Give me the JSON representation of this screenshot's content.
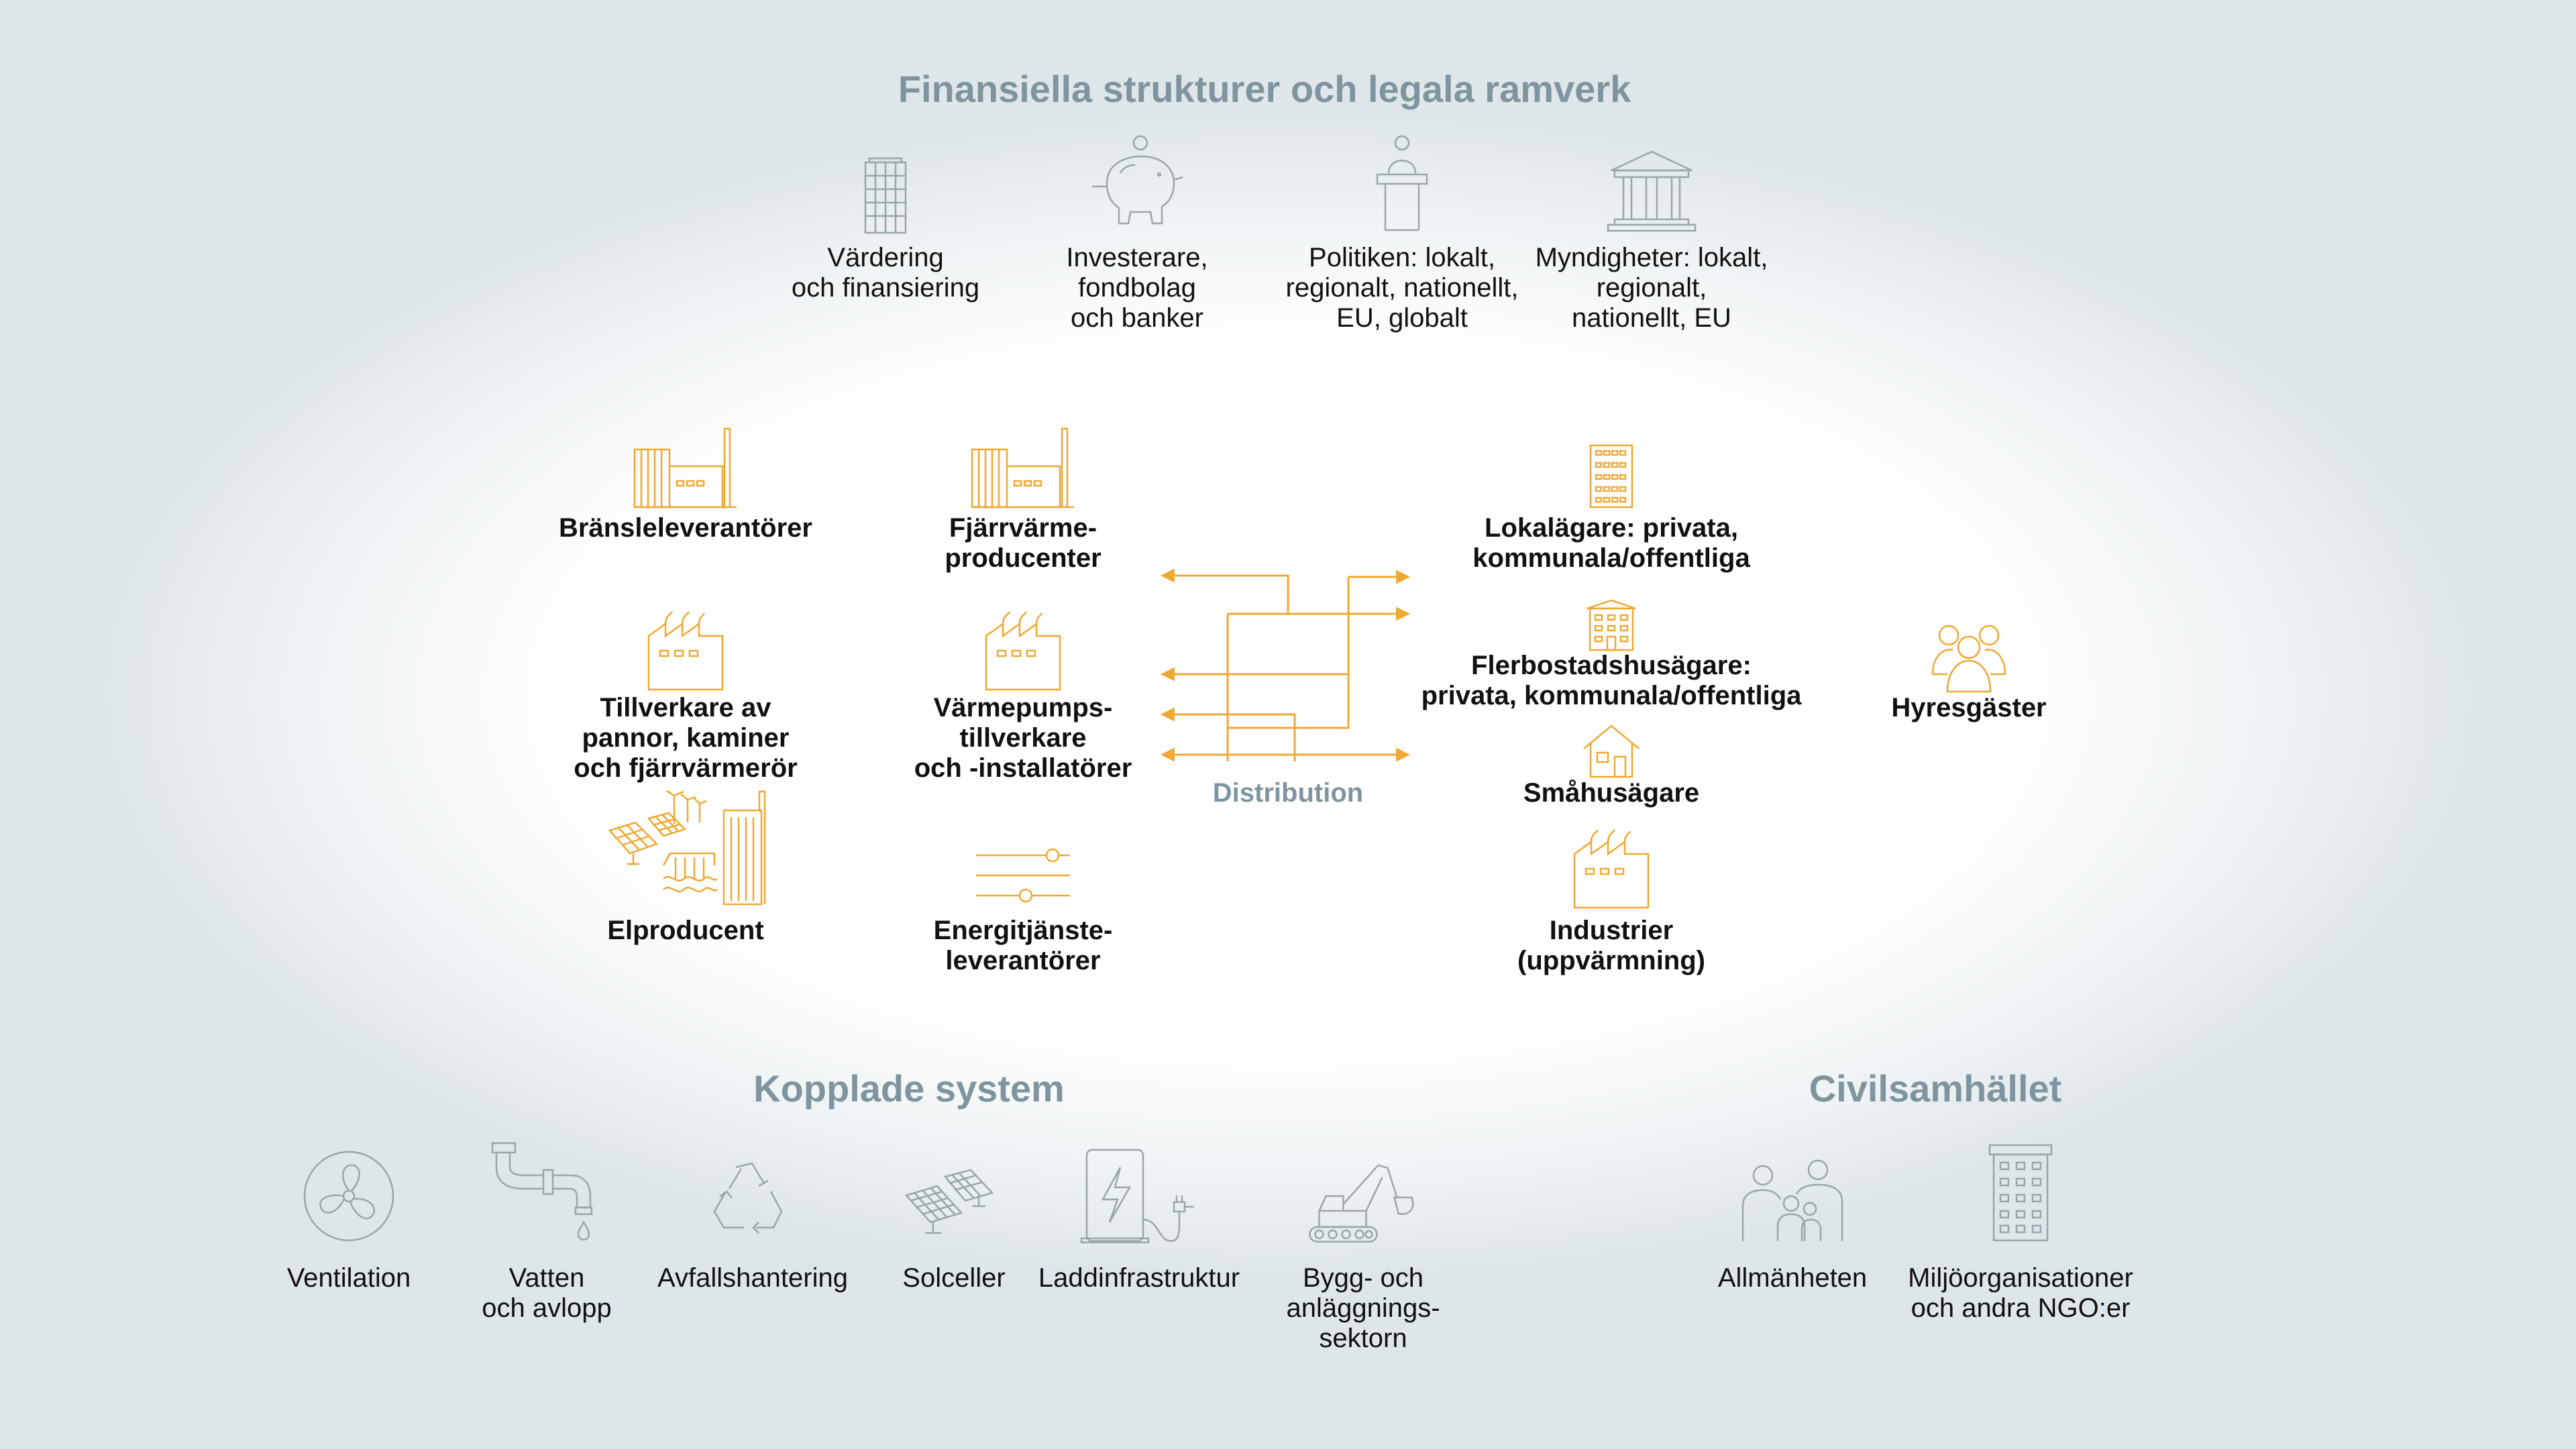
{
  "headings": {
    "finance": "Finansiella strukturer  och legala ramverk",
    "coupled": "Kopplade system",
    "civil": "Civilsamhället"
  },
  "finance_items": [
    {
      "icon": "office-building-icon",
      "lines": [
        "Värdering",
        "och finansiering"
      ]
    },
    {
      "icon": "piggy-bank-icon",
      "lines": [
        "Investerare,",
        "fondbolag",
        "och banker"
      ]
    },
    {
      "icon": "podium-speaker-icon",
      "lines": [
        "Politiken: lokalt,",
        "regionalt, nationellt,",
        "EU, globalt"
      ]
    },
    {
      "icon": "government-building-icon",
      "lines": [
        "Myndigheter: lokalt,",
        "regionalt,",
        "nationellt, EU"
      ]
    }
  ],
  "supply_items": [
    {
      "icon": "factory-chimney-icon",
      "lines": [
        "Bränsleleverantörer"
      ]
    },
    {
      "icon": "factory-chimney-icon",
      "lines": [
        "Fjärrvärme-",
        "producenter"
      ]
    },
    {
      "icon": "factory-icon",
      "lines": [
        "Tillverkare av",
        "pannor, kaminer",
        "och fjärrvärmerör"
      ]
    },
    {
      "icon": "factory-icon",
      "lines": [
        "Värmepumps-",
        "tillverkare",
        "och -installatörer"
      ]
    },
    {
      "icon": "power-generation-icon",
      "lines": [
        "Elproducent"
      ]
    },
    {
      "icon": "sliders-icon",
      "lines": [
        "Energitjänste-",
        "leverantörer"
      ]
    }
  ],
  "distribution": {
    "label": "Distribution",
    "color": "#f0a830"
  },
  "owner_items": [
    {
      "icon": "tall-building-icon",
      "lines": [
        "Lokalägare: privata,",
        "kommunala/offentliga"
      ]
    },
    {
      "icon": "apartment-building-icon",
      "lines": [
        "Flerbostadshusägare:",
        "privata, kommunala/offentliga"
      ]
    },
    {
      "icon": "house-icon",
      "lines": [
        "Småhusägare"
      ]
    },
    {
      "icon": "factory-icon",
      "lines": [
        "Industrier",
        "(uppvärmning)"
      ]
    }
  ],
  "tenants": {
    "icon": "people-group-icon",
    "lines": [
      "Hyresgäster"
    ]
  },
  "coupled_items": [
    {
      "icon": "ventilation-fan-icon",
      "lines": [
        "Ventilation"
      ]
    },
    {
      "icon": "water-pipe-icon",
      "lines": [
        "Vatten",
        "och avlopp"
      ]
    },
    {
      "icon": "recycle-icon",
      "lines": [
        "Avfallshantering"
      ]
    },
    {
      "icon": "solar-panel-icon",
      "lines": [
        "Solceller"
      ]
    },
    {
      "icon": "charging-station-icon",
      "lines": [
        "Laddinfrastruktur"
      ]
    },
    {
      "icon": "excavator-icon",
      "lines": [
        "Bygg- och",
        "anläggnings-",
        "sektorn"
      ]
    }
  ],
  "civil_items": [
    {
      "icon": "family-icon",
      "lines": [
        "Allmänheten"
      ]
    },
    {
      "icon": "office-building-icon",
      "lines": [
        "Miljöorganisationer",
        "och andra NGO:er"
      ]
    }
  ],
  "colors": {
    "heading": "#7e959f",
    "accent": "#f0a830",
    "gray_icon": "#9aa5aa",
    "text": "#111111"
  }
}
